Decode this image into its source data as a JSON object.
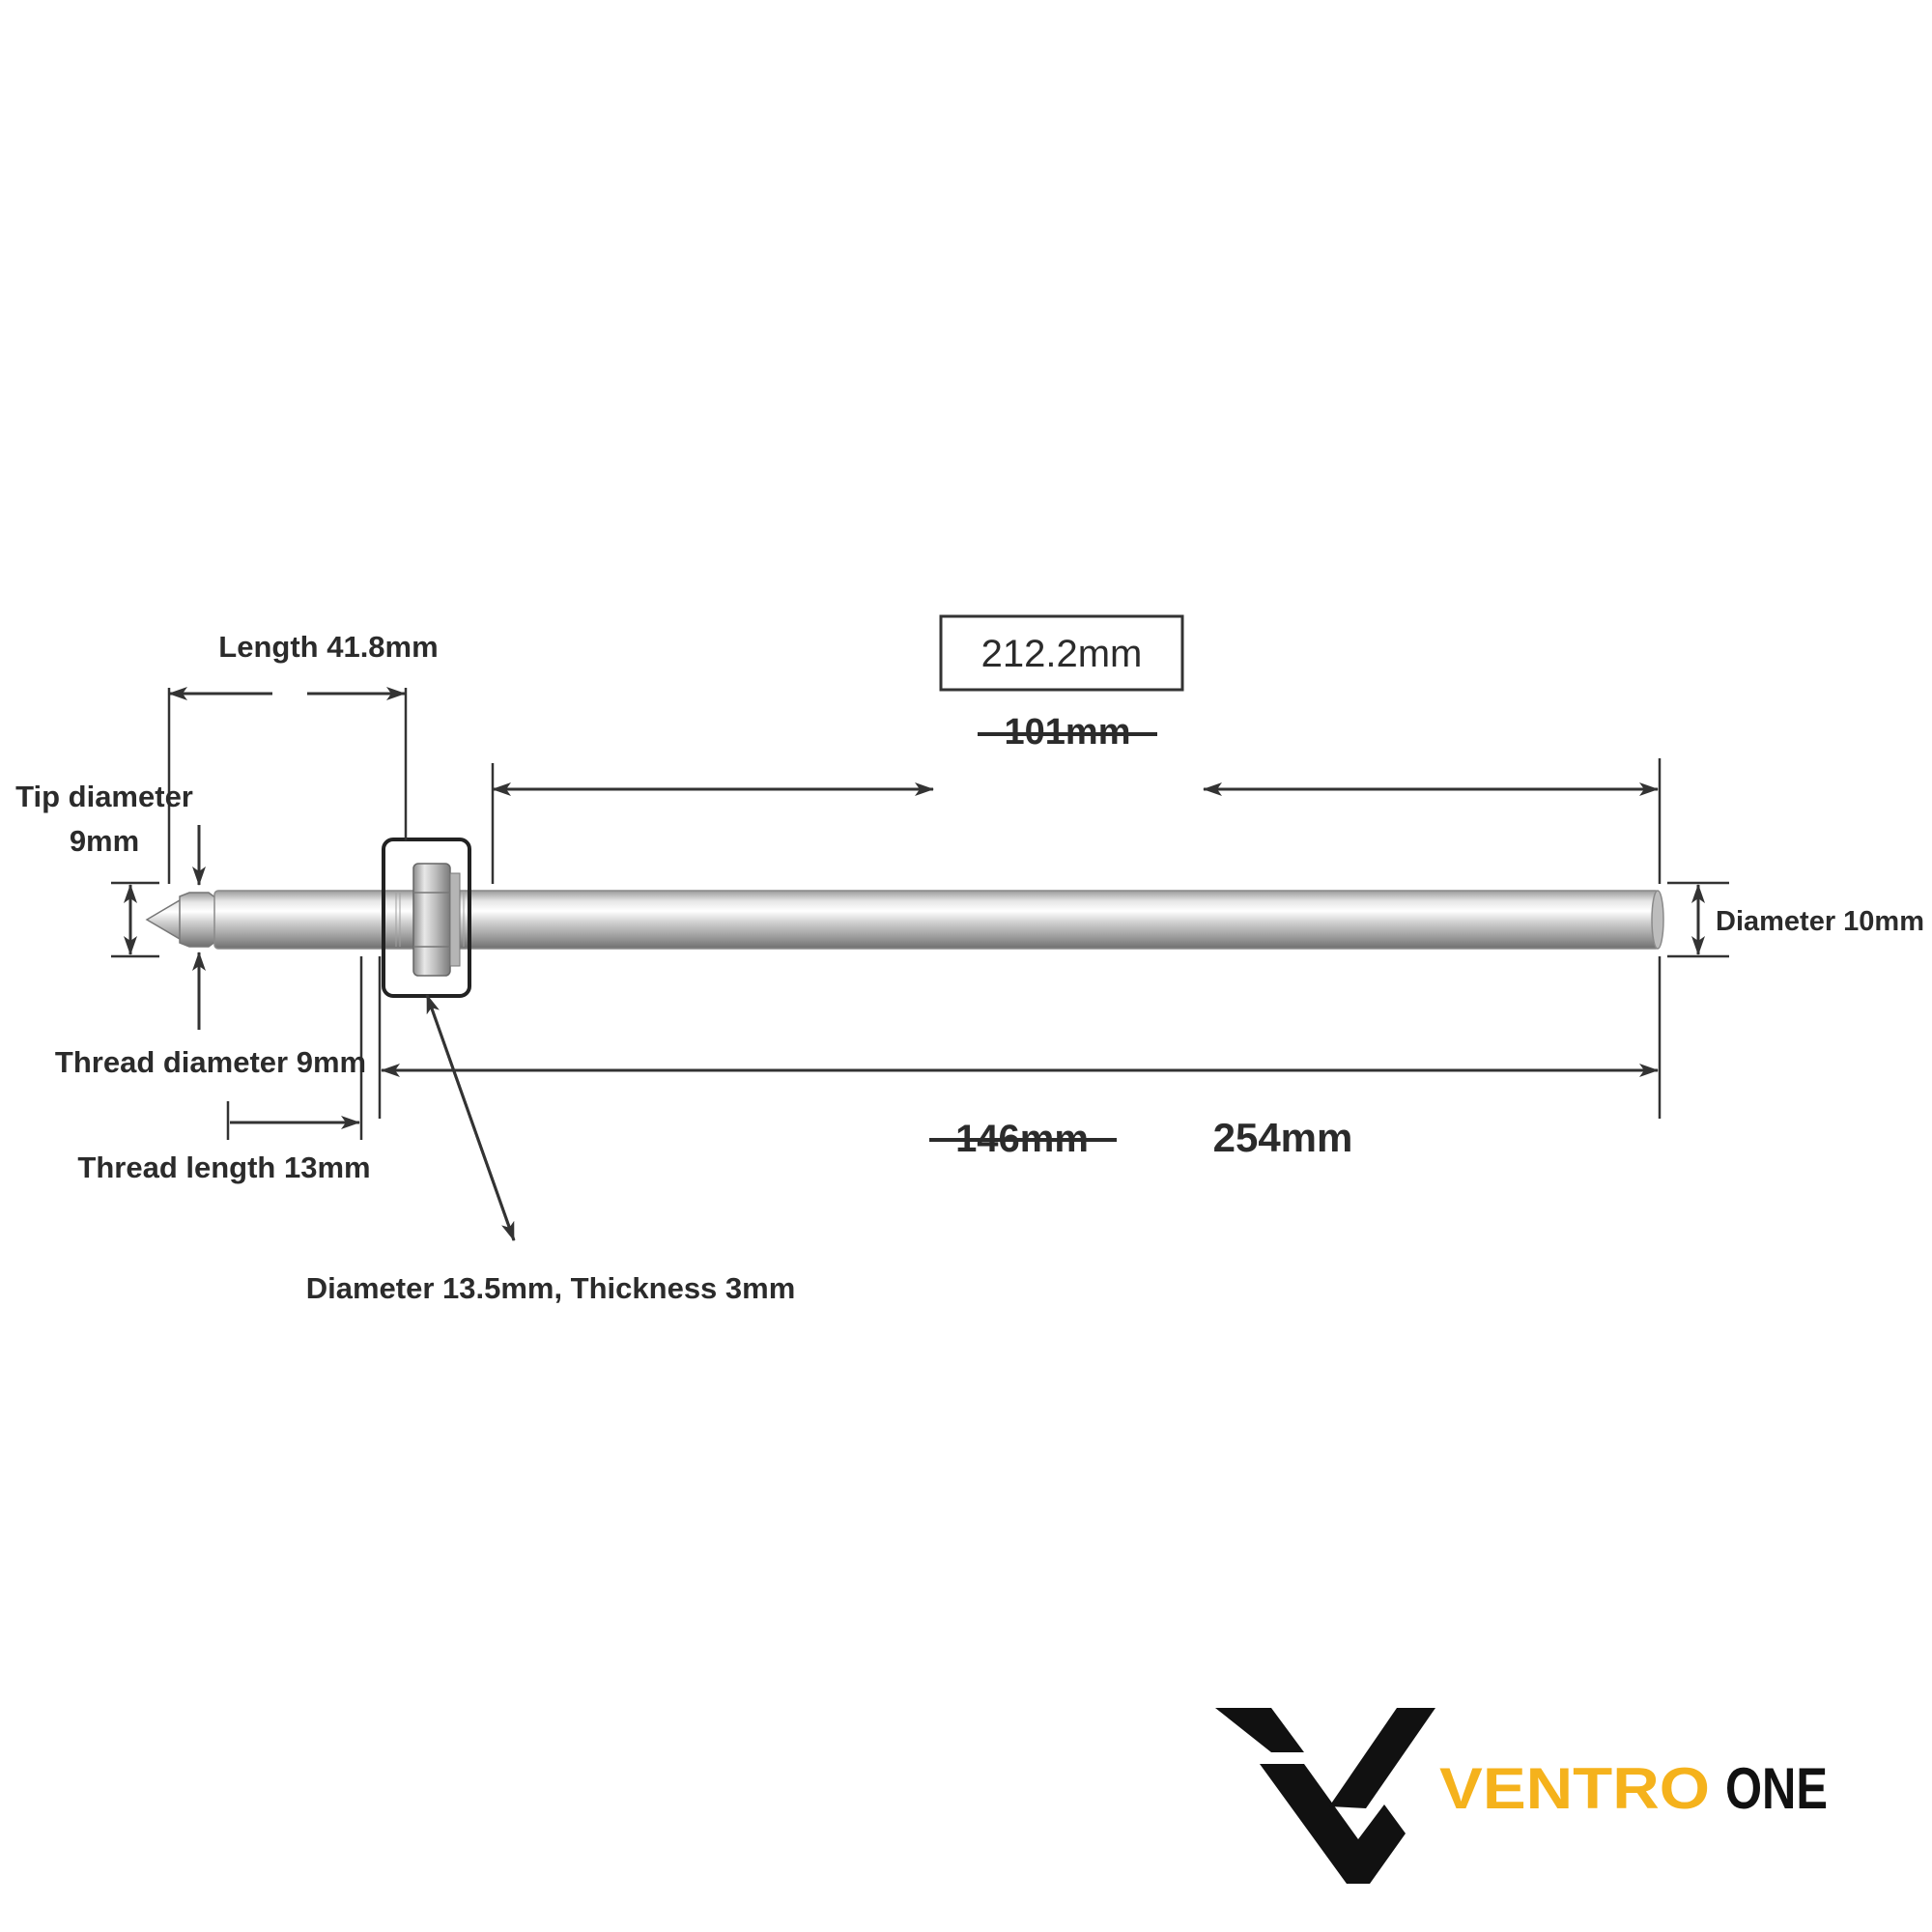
{
  "labels": {
    "length_total_probe": "Length 41.8mm",
    "tip_diameter_line1": "Tip diameter",
    "tip_diameter_line2": "9mm",
    "thread_diameter": "Thread diameter 9mm",
    "thread_length": "Thread length 13mm",
    "nut_spec": "Diameter 13.5mm, Thickness 3mm",
    "rod_diameter": "Diameter 10mm",
    "boxed_length": "212.2mm",
    "struck_length_top": "101mm",
    "struck_length_bottom": "146mm",
    "overall_length": "254mm"
  },
  "brand": {
    "name_part1": "VENTRO",
    "name_part2": "ONE",
    "accent_color": "#f5b21c",
    "logo_icon": "ventro-v-logo-icon"
  },
  "colors": {
    "text": "#2b2b2b",
    "dimension_lines": "#333333",
    "steel_light": "#f4f4f4",
    "steel_dark": "#8a8a8a"
  }
}
